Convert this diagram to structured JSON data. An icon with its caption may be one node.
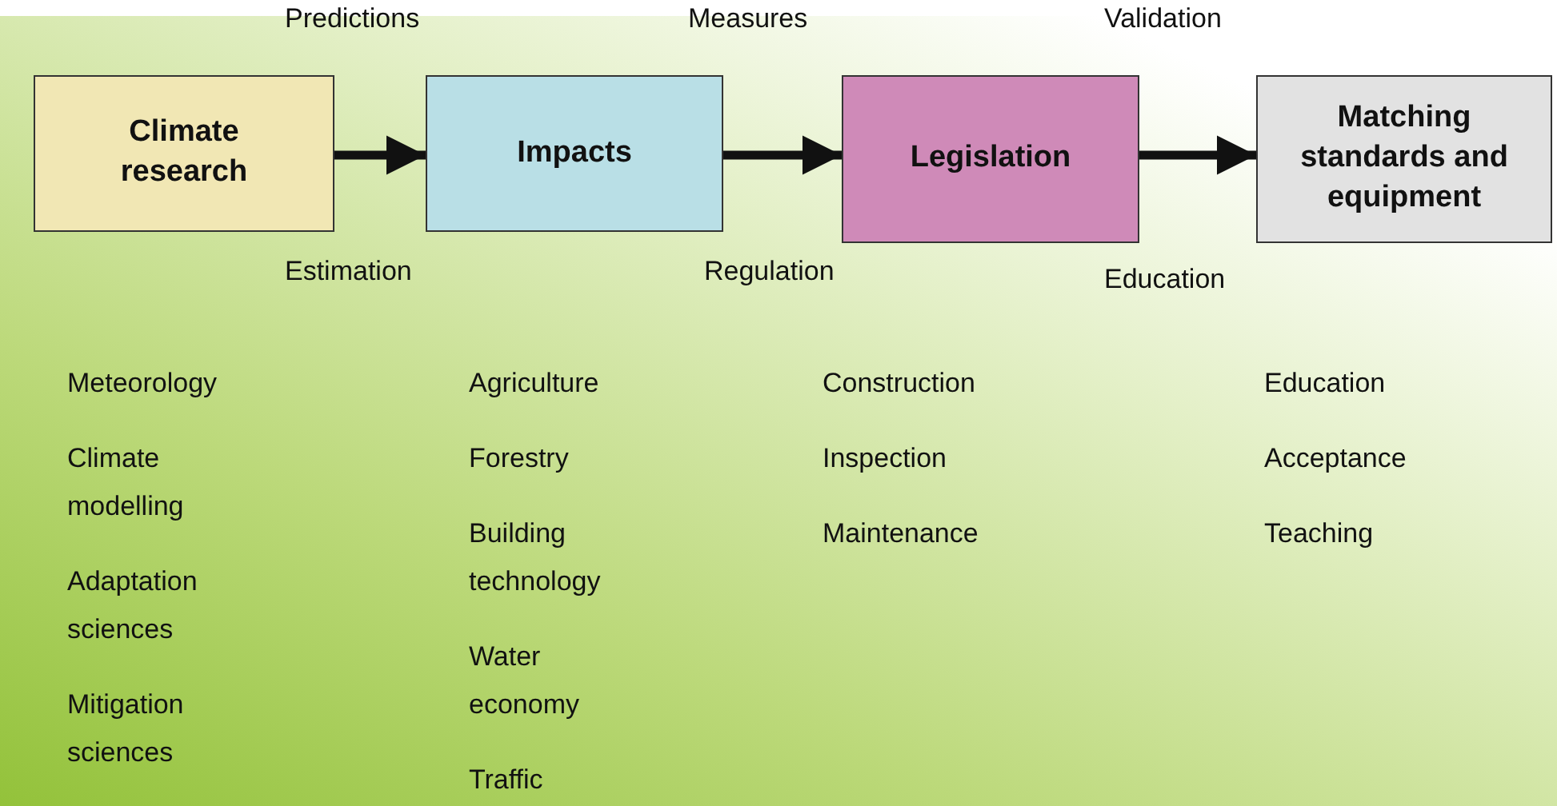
{
  "diagram": {
    "nodes": [
      {
        "text": [
          "Climate research"
        ]
      },
      {
        "text": [
          "Impacts"
        ]
      },
      {
        "text": [
          "Legislation"
        ]
      },
      {
        "text": [
          "Matching standards and equipment"
        ]
      }
    ],
    "edges": [
      {
        "from": 0,
        "to": 1,
        "arrow": "to"
      },
      {
        "from": 1,
        "to": 2,
        "arrow": "to"
      },
      {
        "from": 2,
        "to": 3,
        "arrow": "to"
      }
    ],
    "labels": [
      "Predictions",
      "Measures",
      "Validation",
      "Estimation",
      "Regulation",
      "Education",
      "Meteorology",
      "Climate modelling",
      "Adaptation sciences",
      "Mitigation sciences",
      "Agriculture",
      "Forestry",
      "Building technology",
      "Water economy",
      "Traffic",
      "Construction",
      "Inspection",
      "Maintenance",
      "Education",
      "Acceptance",
      "Teaching"
    ]
  }
}
